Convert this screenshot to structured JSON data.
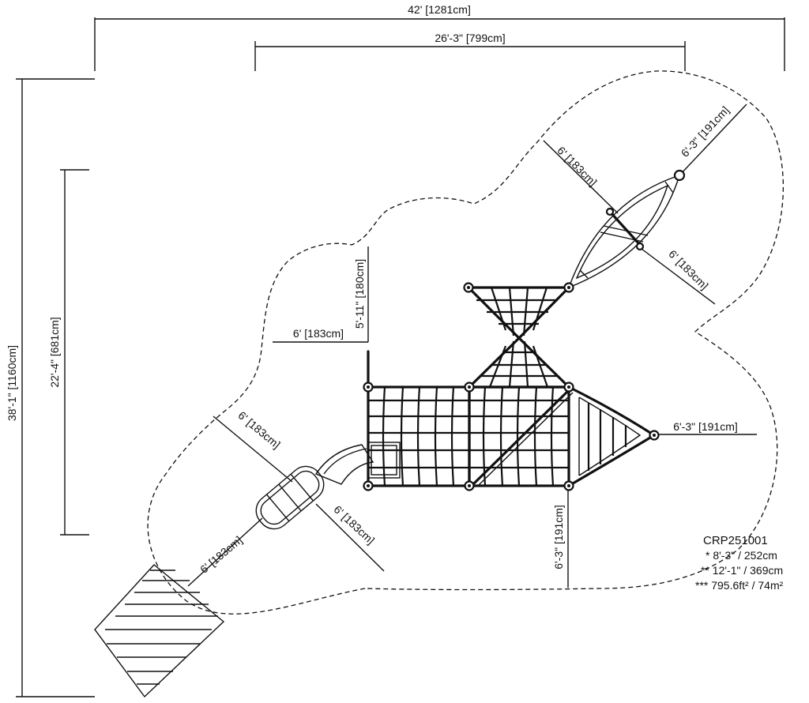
{
  "dimensions": {
    "overall_width": "42' [1281cm]",
    "inner_width": "26'-3\" [799cm]",
    "overall_height": "38'-1\" [1160cm]",
    "inner_height": "22'-4\" [681cm]",
    "boat_side_upper": "6' [183cm]",
    "boat_tip": "6'-3\" [191cm]",
    "boat_side_lower": "6' [183cm]",
    "left_clearance": "6' [183cm]",
    "net_height": "5'-11\" [180cm]",
    "slide_side_upper": "6' [183cm]",
    "slide_side_lower": "6' [183cm]",
    "slide_exit": "6' [183cm]",
    "right_clearance": "6'-3\" [191cm]",
    "bottom_clearance": "6'-3\" [191cm]"
  },
  "info": {
    "model": "CRP251001",
    "line1": "* 8'-3\" / 252cm",
    "line2": "** 12'-1\" / 369cm",
    "line3": "*** 795.6ft² / 74m²"
  }
}
